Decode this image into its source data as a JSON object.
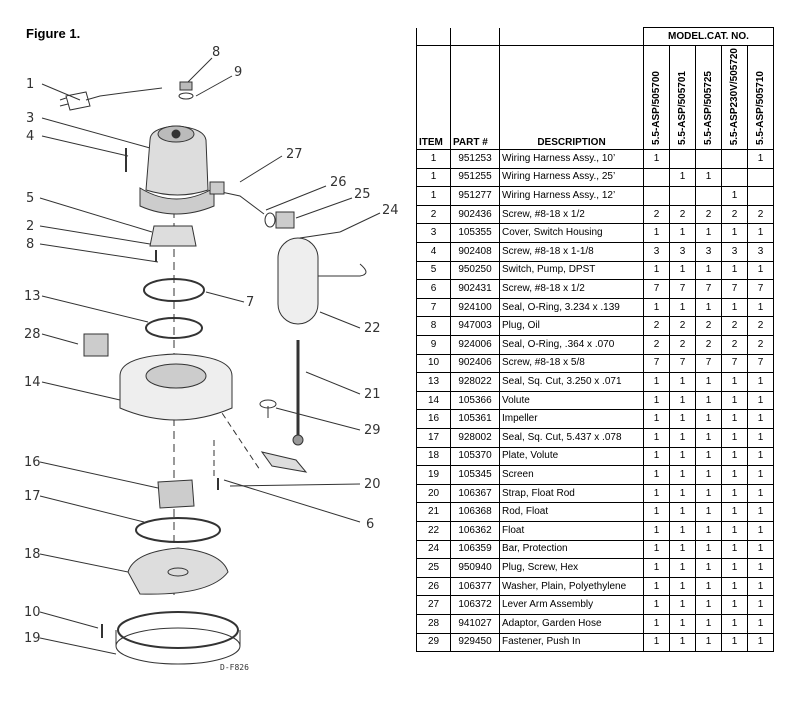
{
  "figure_title": "Figure 1.",
  "drawing_code": "D-F826",
  "callouts": [
    "1",
    "3",
    "4",
    "8",
    "9",
    "27",
    "26",
    "25",
    "24",
    "5",
    "2",
    "8",
    "7",
    "13",
    "22",
    "28",
    "14",
    "21",
    "29",
    "20",
    "16",
    "17",
    "6",
    "18",
    "10",
    "19"
  ],
  "table": {
    "headers": {
      "item": "ITEM",
      "part": "PART #",
      "description": "DESCRIPTION",
      "model_group": "MODEL.CAT. NO.",
      "models": [
        "5.5-ASP/505700",
        "5.5-ASP/505701",
        "5.5-ASP/505725",
        "5.5-ASP230V/505720",
        "5.5-ASP/505710"
      ]
    },
    "rows": [
      {
        "item": "1",
        "part": "951253",
        "desc": "Wiring Harness Assy., 10’",
        "q": [
          "1",
          "",
          "",
          "",
          "1"
        ]
      },
      {
        "item": "1",
        "part": "951255",
        "desc": "Wiring Harness Assy., 25’",
        "q": [
          "",
          "1",
          "1",
          "",
          ""
        ]
      },
      {
        "item": "1",
        "part": "951277",
        "desc": "Wiring Harness Assy., 12’",
        "q": [
          "",
          "",
          "",
          "1",
          ""
        ]
      },
      {
        "item": "2",
        "part": "902436",
        "desc": "Screw, #8-18 x 1/2",
        "q": [
          "2",
          "2",
          "2",
          "2",
          "2"
        ]
      },
      {
        "item": "3",
        "part": "105355",
        "desc": "Cover, Switch Housing",
        "q": [
          "1",
          "1",
          "1",
          "1",
          "1"
        ]
      },
      {
        "item": "4",
        "part": "902408",
        "desc": "Screw, #8-18 x 1-1/8",
        "q": [
          "3",
          "3",
          "3",
          "3",
          "3"
        ]
      },
      {
        "item": "5",
        "part": "950250",
        "desc": "Switch, Pump, DPST",
        "q": [
          "1",
          "1",
          "1",
          "1",
          "1"
        ]
      },
      {
        "item": "6",
        "part": "902431",
        "desc": "Screw, #8-18 x 1/2",
        "q": [
          "7",
          "7",
          "7",
          "7",
          "7"
        ]
      },
      {
        "item": "7",
        "part": "924100",
        "desc": "Seal, O-Ring, 3.234 x .139",
        "q": [
          "1",
          "1",
          "1",
          "1",
          "1"
        ]
      },
      {
        "item": "8",
        "part": "947003",
        "desc": "Plug, Oil",
        "q": [
          "2",
          "2",
          "2",
          "2",
          "2"
        ]
      },
      {
        "item": "9",
        "part": "924006",
        "desc": "Seal, O-Ring, .364 x .070",
        "q": [
          "2",
          "2",
          "2",
          "2",
          "2"
        ]
      },
      {
        "item": "10",
        "part": "902406",
        "desc": "Screw, #8-18 x 5/8",
        "q": [
          "7",
          "7",
          "7",
          "7",
          "7"
        ]
      },
      {
        "item": "13",
        "part": "928022",
        "desc": "Seal, Sq. Cut, 3.250 x .071",
        "q": [
          "1",
          "1",
          "1",
          "1",
          "1"
        ]
      },
      {
        "item": "14",
        "part": "105366",
        "desc": "Volute",
        "q": [
          "1",
          "1",
          "1",
          "1",
          "1"
        ]
      },
      {
        "item": "16",
        "part": "105361",
        "desc": "Impeller",
        "q": [
          "1",
          "1",
          "1",
          "1",
          "1"
        ]
      },
      {
        "item": "17",
        "part": "928002",
        "desc": "Seal, Sq. Cut, 5.437 x .078",
        "q": [
          "1",
          "1",
          "1",
          "1",
          "1"
        ]
      },
      {
        "item": "18",
        "part": "105370",
        "desc": "Plate, Volute",
        "q": [
          "1",
          "1",
          "1",
          "1",
          "1"
        ]
      },
      {
        "item": "19",
        "part": "105345",
        "desc": "Screen",
        "q": [
          "1",
          "1",
          "1",
          "1",
          "1"
        ]
      },
      {
        "item": "20",
        "part": "106367",
        "desc": "Strap, Float Rod",
        "q": [
          "1",
          "1",
          "1",
          "1",
          "1"
        ]
      },
      {
        "item": "21",
        "part": "106368",
        "desc": "Rod, Float",
        "q": [
          "1",
          "1",
          "1",
          "1",
          "1"
        ]
      },
      {
        "item": "22",
        "part": "106362",
        "desc": "Float",
        "q": [
          "1",
          "1",
          "1",
          "1",
          "1"
        ]
      },
      {
        "item": "24",
        "part": "106359",
        "desc": "Bar, Protection",
        "q": [
          "1",
          "1",
          "1",
          "1",
          "1"
        ]
      },
      {
        "item": "25",
        "part": "950940",
        "desc": "Plug, Screw, Hex",
        "q": [
          "1",
          "1",
          "1",
          "1",
          "1"
        ]
      },
      {
        "item": "26",
        "part": "106377",
        "desc": "Washer, Plain, Polyethylene",
        "q": [
          "1",
          "1",
          "1",
          "1",
          "1"
        ]
      },
      {
        "item": "27",
        "part": "106372",
        "desc": "Lever Arm Assembly",
        "q": [
          "1",
          "1",
          "1",
          "1",
          "1"
        ]
      },
      {
        "item": "28",
        "part": "941027",
        "desc": "Adaptor, Garden Hose",
        "q": [
          "1",
          "1",
          "1",
          "1",
          "1"
        ]
      },
      {
        "item": "29",
        "part": "929450",
        "desc": "Fastener, Push In",
        "q": [
          "1",
          "1",
          "1",
          "1",
          "1"
        ]
      }
    ]
  }
}
